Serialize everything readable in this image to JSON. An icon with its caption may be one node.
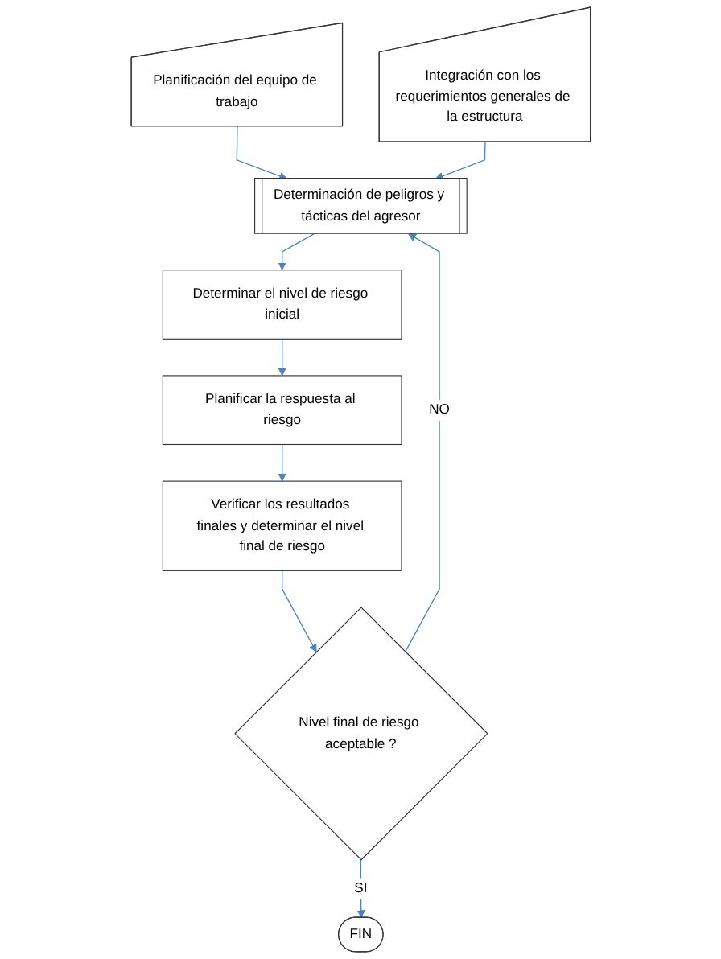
{
  "diagram": {
    "nodes": [
      {
        "text": [
          "Planificación del equipo de trabajo"
        ]
      },
      {
        "text": [
          "Integración con los requerimientos generales de la estructura"
        ]
      },
      {
        "text": [
          "Determinación de peligros y tácticas del agresor"
        ]
      },
      {
        "text": [
          "Determinar el nivel de riesgo inicial"
        ]
      },
      {
        "text": [
          "Planificar la respuesta al riesgo"
        ]
      },
      {
        "text": [
          "Verificar los resultados finales y determinar el nivel final de riesgo"
        ]
      },
      {
        "text": [
          "Nivel final de riesgo aceptable ?"
        ]
      },
      {
        "text": [
          "FIN"
        ]
      }
    ],
    "edges": [
      {
        "from": 0,
        "to": 2,
        "arrow": "to"
      },
      {
        "from": 1,
        "to": 2,
        "arrow": "to"
      },
      {
        "from": 2,
        "to": 3,
        "arrow": "to"
      },
      {
        "from": 3,
        "to": 4,
        "arrow": "to"
      },
      {
        "from": 4,
        "to": 5,
        "arrow": "to"
      },
      {
        "from": 5,
        "to": 6,
        "arrow": "to"
      },
      {
        "from": 6,
        "to": 2,
        "label": "NO",
        "arrow": "to"
      },
      {
        "from": 6,
        "to": 7,
        "label": "SI",
        "arrow": "to"
      }
    ]
  }
}
